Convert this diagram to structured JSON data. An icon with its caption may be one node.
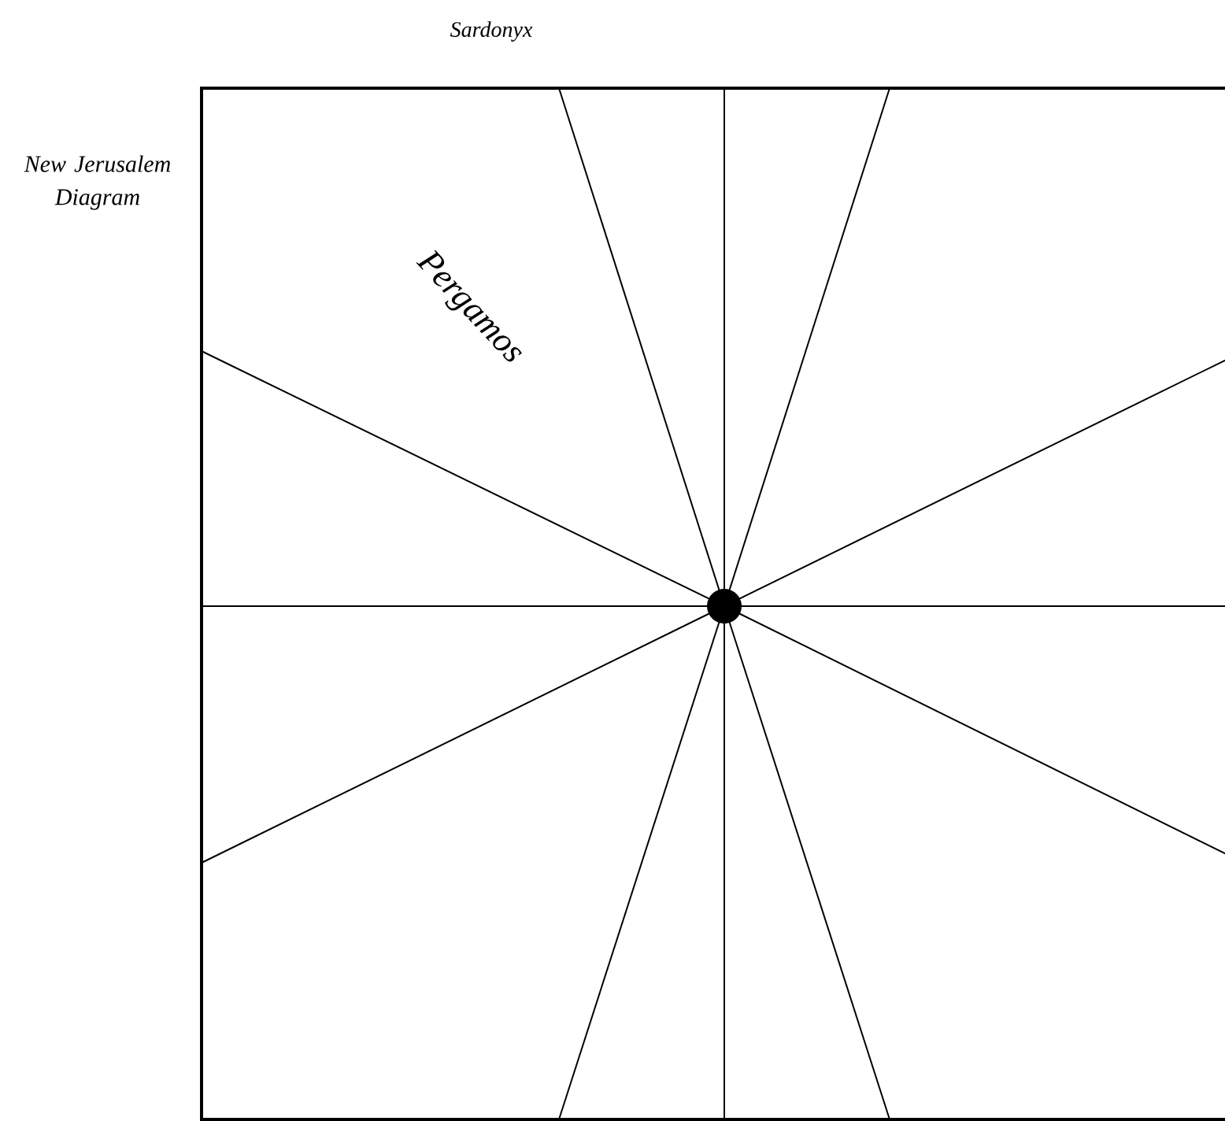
{
  "diagram": {
    "labels": [
      "Sardonyx",
      "New Jerusalem Diagram",
      "Pergamos"
    ]
  }
}
